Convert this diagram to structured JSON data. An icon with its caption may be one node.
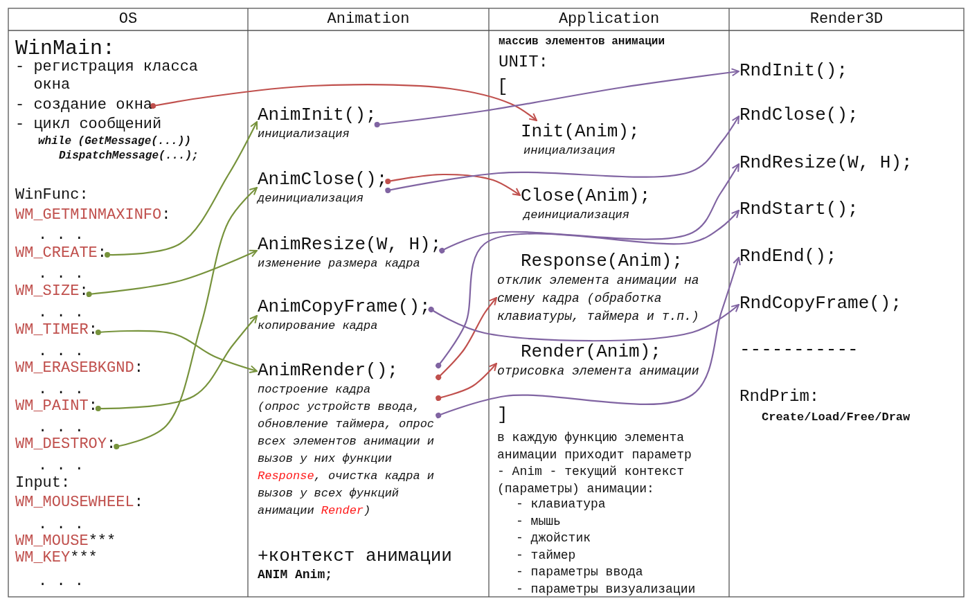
{
  "diagram": {
    "nodes": [
      {
        "text": [
          "- создание окна"
        ]
      },
      {
        "text": [
          "WM_CREATE:"
        ]
      },
      {
        "text": [
          "WM_SIZE:"
        ]
      },
      {
        "text": [
          "WM_TIMER:"
        ]
      },
      {
        "text": [
          "WM_PAINT:"
        ]
      },
      {
        "text": [
          "WM_DESTROY:"
        ]
      },
      {
        "text": [
          "AnimInit();",
          "инициализация"
        ]
      },
      {
        "text": [
          "AnimClose();",
          "деинициализация"
        ]
      },
      {
        "text": [
          "AnimResize(W, H);",
          "изменение размера кадра"
        ]
      },
      {
        "text": [
          "AnimCopyFrame();",
          "копирование кадра"
        ]
      },
      {
        "text": [
          "AnimRender();",
          "построение кадра",
          "(опрос устройств ввода, обновление таймера, опрос всех элементов анимации и вызов у них функции **Response**, очистка кадра и вызов у всех функций анимации **Render**)"
        ]
      },
      {
        "text": [
          "Init(Anim);",
          "инициализация"
        ]
      },
      {
        "text": [
          "Close(Anim);",
          "деинициализация"
        ]
      },
      {
        "text": [
          "Response(Anim);",
          "отклик элемента анимации на смену кадра (обработка клавиатуры, таймера и т.п.)"
        ]
      },
      {
        "text": [
          "Render(Anim);",
          "отрисовка элемента анимации"
        ]
      },
      {
        "text": [
          "RndInit();"
        ]
      },
      {
        "text": [
          "RndClose();"
        ]
      },
      {
        "text": [
          "RndResize(W, H);"
        ]
      },
      {
        "text": [
          "RndStart();"
        ]
      },
      {
        "text": [
          "RndEnd();"
        ]
      },
      {
        "text": [
          "RndCopyFrame();"
        ]
      }
    ],
    "edges": [
      {
        "from": 0,
        "to": 11,
        "arrow": "to",
        "color": "#c0504d"
      },
      {
        "from": 7,
        "to": 12,
        "arrow": "to",
        "color": "#c0504d"
      },
      {
        "from": 10,
        "to": 13,
        "arrow": "to",
        "color": "#c0504d"
      },
      {
        "from": 10,
        "to": 14,
        "arrow": "to",
        "color": "#c0504d"
      },
      {
        "from": 6,
        "to": 15,
        "arrow": "to"
      },
      {
        "from": 7,
        "to": 16,
        "arrow": "to"
      },
      {
        "from": 8,
        "to": 17,
        "arrow": "to"
      },
      {
        "from": 10,
        "to": 18,
        "arrow": "to"
      },
      {
        "from": 10,
        "to": 19,
        "arrow": "to"
      },
      {
        "from": 9,
        "to": 20,
        "arrow": "to"
      },
      {
        "from": 1,
        "to": 6,
        "arrow": "to",
        "color": "#77933c"
      },
      {
        "from": 2,
        "to": 8,
        "arrow": "to",
        "color": "#77933c"
      },
      {
        "from": 3,
        "to": 10,
        "arrow": "to",
        "color": "#77933c"
      },
      {
        "from": 4,
        "to": 9,
        "arrow": "to",
        "color": "#77933c"
      },
      {
        "from": 5,
        "to": 7,
        "arrow": "to",
        "color": "#77933c"
      }
    ],
    "labels": [
      "OS",
      "Animation",
      "Application",
      "Render3D",
      "WinMain:",
      "- регистрация класса окна",
      "- цикл сообщений",
      "while (GetMessage(...))",
      "DispatchMessage(...);",
      "WinFunc:",
      "WM_GETMINMAXINFO:",
      ". . .",
      ". . .",
      ". . .",
      ". . .",
      "WM_ERASEBKGND:",
      ". . .",
      ". . .",
      ". . .",
      "Input:",
      "WM_MOUSEWHEEL:",
      ". . .",
      "WM_MOUSE***",
      "WM_KEY***",
      ". . .",
      "+контекст анимации",
      "ANIM Anim;",
      "массив элементов анимации",
      "UNIT:",
      "[",
      "]",
      "в каждую функцию элемента анимации приходит параметр - Anim - текущий контекст (параметры) анимации:",
      "- клавиатура",
      "- мышь",
      "- джойстик",
      "- таймер",
      "- параметры ввода",
      "- параметры визуализации",
      "-----------",
      "RndPrim:",
      "Create/Load/Free/Draw"
    ]
  }
}
